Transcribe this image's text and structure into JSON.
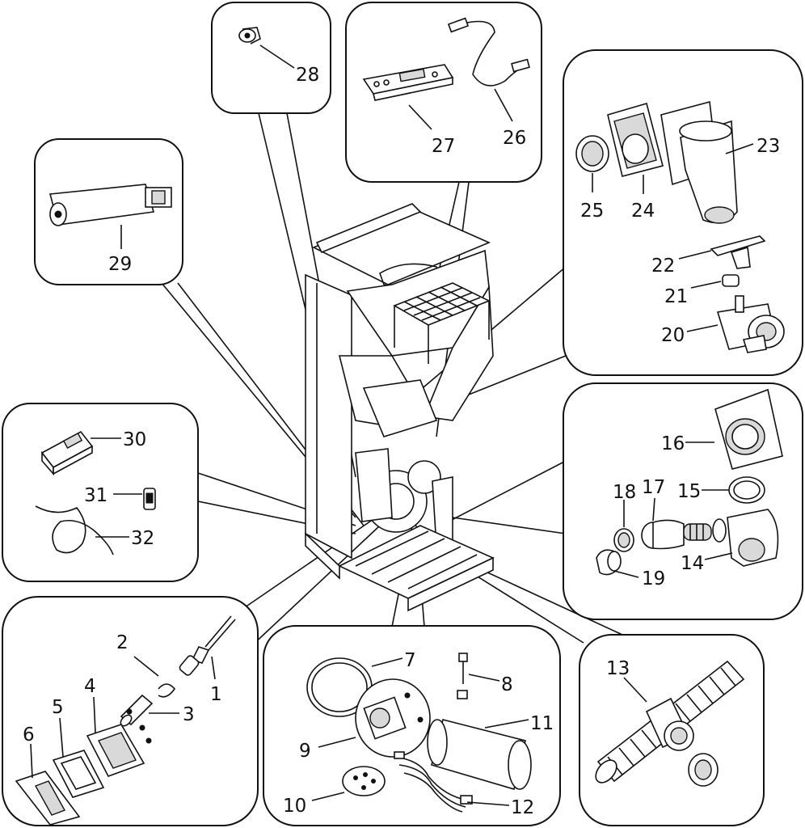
{
  "diagram": {
    "callouts": {
      "c1": "1",
      "c2": "2",
      "c3": "3",
      "c4": "4",
      "c5": "5",
      "c6": "6",
      "c7": "7",
      "c8": "8",
      "c9": "9",
      "c10": "10",
      "c11": "11",
      "c12": "12",
      "c13": "13",
      "c14": "14",
      "c15": "15",
      "c16": "16",
      "c17": "17",
      "c18": "18",
      "c19": "19",
      "c20": "20",
      "c21": "21",
      "c22": "22",
      "c23": "23",
      "c24": "24",
      "c25": "25",
      "c26": "26",
      "c27": "27",
      "c28": "28",
      "c29": "29",
      "c30": "30",
      "c31": "31",
      "c32": "32"
    }
  }
}
